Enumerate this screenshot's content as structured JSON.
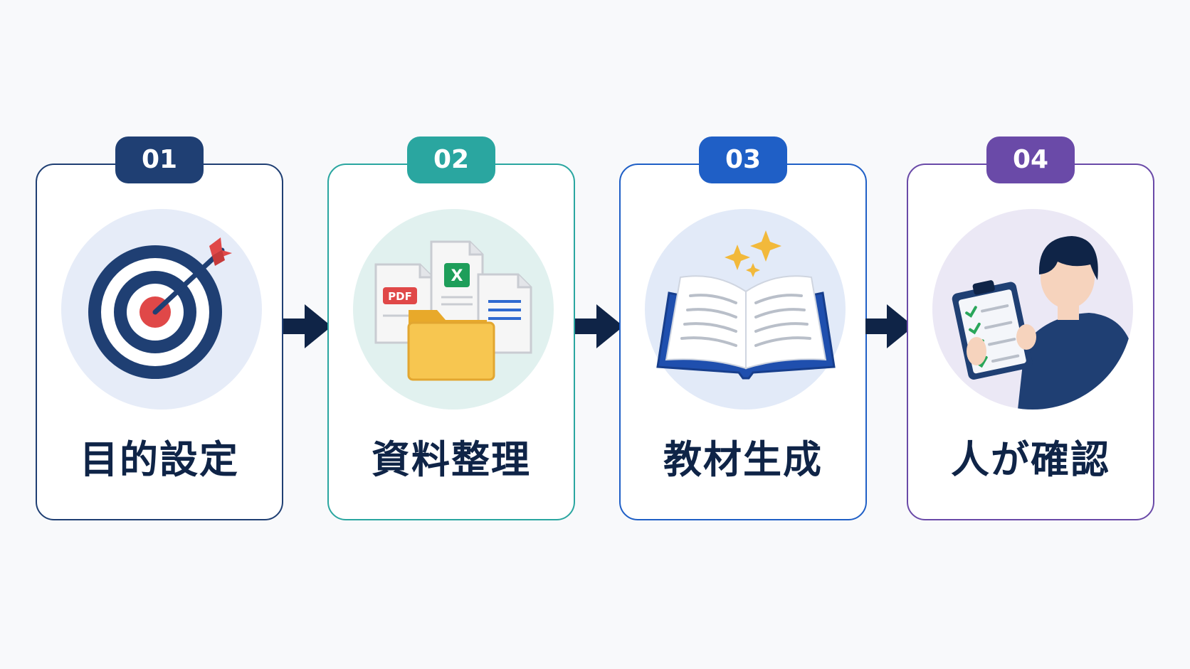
{
  "steps": [
    {
      "number": "01",
      "label": "目的設定",
      "icon": "target-icon",
      "color": "#1f3f73",
      "circle": "#e6ecf8"
    },
    {
      "number": "02",
      "label": "資料整理",
      "icon": "documents-folder-icon",
      "color": "#2aa6a0",
      "circle": "#e1f1ef"
    },
    {
      "number": "03",
      "label": "教材生成",
      "icon": "open-book-icon",
      "color": "#1f5fc6",
      "circle": "#e2eaf8"
    },
    {
      "number": "04",
      "label": "人が確認",
      "icon": "person-clipboard-icon",
      "color": "#6a4aa8",
      "circle": "#ebe8f5"
    }
  ],
  "arrow_color": "#0f2447",
  "document_labels": {
    "pdf": "PDF",
    "excel": "X"
  }
}
